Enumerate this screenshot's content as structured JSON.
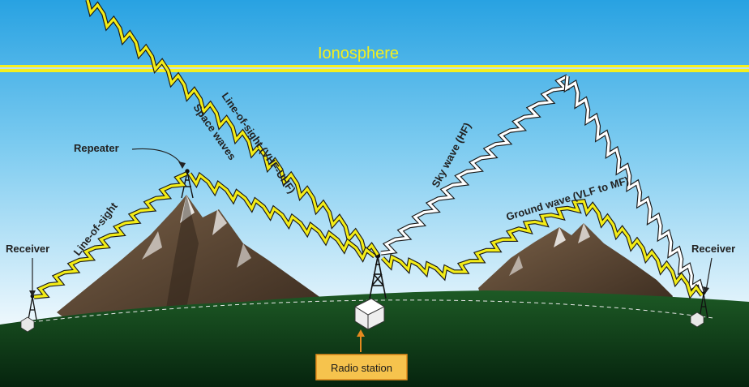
{
  "labels": {
    "ionosphere": "Ionosphere",
    "repeater": "Repeater",
    "line_of_sight": "Line-of-sight",
    "line_of_sight_vhf_uhf": "Line-of-sight (VHF-UHF)",
    "space_waves": "Space waves",
    "sky_wave": "Sky wave (HF)",
    "ground_wave": "Ground wave (VLF to MF)",
    "receiver_left": "Receiver",
    "receiver_right": "Receiver",
    "radio_station": "Radio station"
  },
  "colors": {
    "sky_top": "#2aa3e3",
    "sky_bottom": "#eef8fd",
    "ionosphere_band": "#f5ef1e",
    "lightning_yellow": "#f3ec17",
    "lightning_white": "#ffffff",
    "ground": "#0d3a18",
    "mountain": "#5b4634",
    "station_box": "#f6c34d",
    "station_border": "#e08a1b",
    "arrow": "#e58a1f"
  },
  "icons": [
    "repeater-tower-icon",
    "radio-tower-icon",
    "receiver-left-tower-icon",
    "receiver-right-tower-icon",
    "radio-station-building-icon"
  ]
}
